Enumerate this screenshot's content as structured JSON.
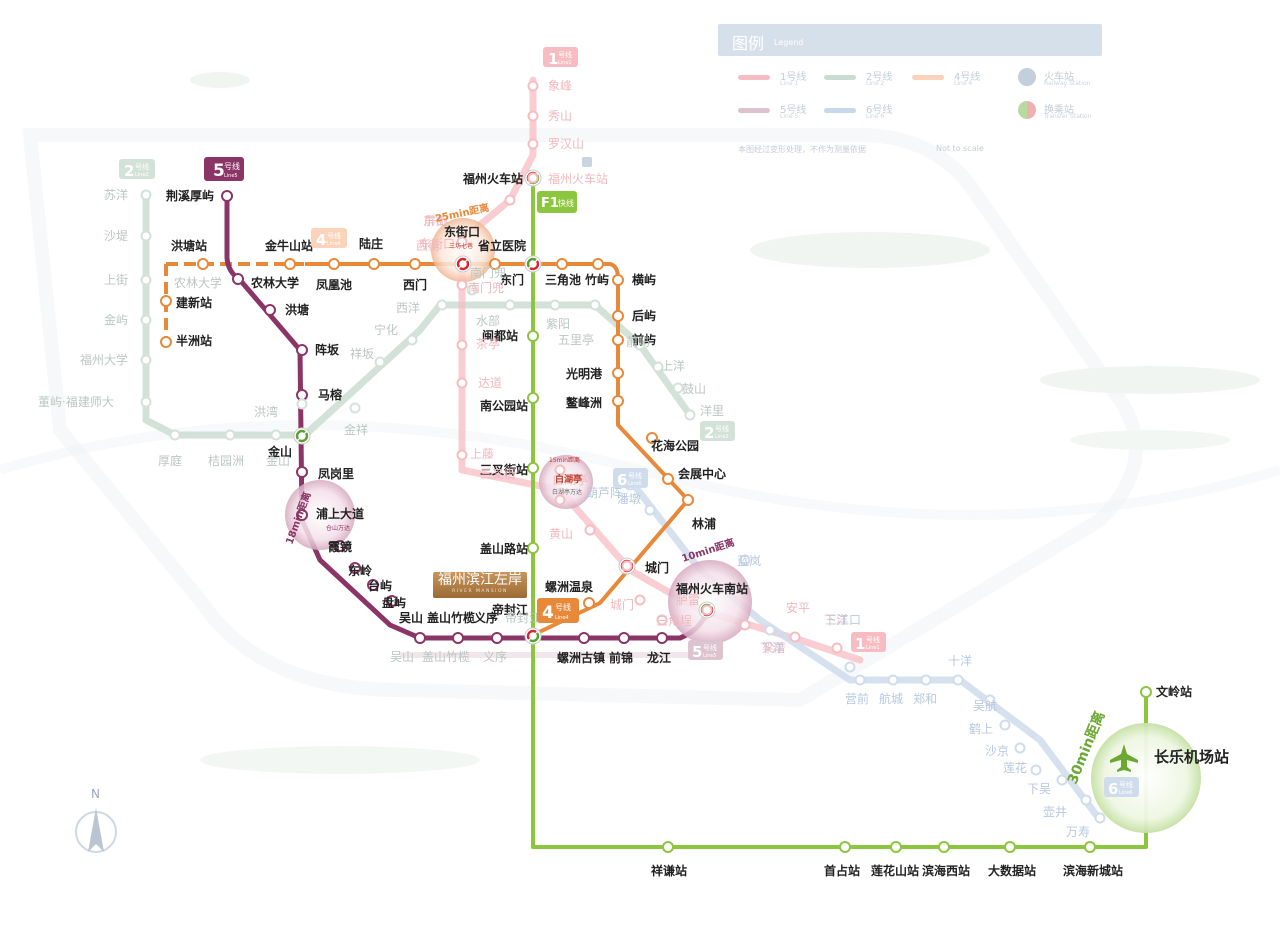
{
  "legend": {
    "title": "图例",
    "title_en": "Legend",
    "lines": [
      {
        "name": "1号线",
        "en": "Line 1",
        "color": "#f7bcc1"
      },
      {
        "name": "2号线",
        "en": "Line 2",
        "color": "#c9dccf"
      },
      {
        "name": "4号线",
        "en": "Line 4",
        "color": "#fbd3bb"
      },
      {
        "name": "5号线",
        "en": "Line 5",
        "color": "#dcc3cd"
      },
      {
        "name": "6号线",
        "en": "Line 6",
        "color": "#c8d8ec"
      }
    ],
    "railway_station": {
      "name": "火车站",
      "en": "Railway Station"
    },
    "transfer_station": {
      "name": "换乘站",
      "en": "Transfer Station"
    },
    "note_zh": "本图经过变形处理，不作为测量依据",
    "note_en": "Not to scale"
  },
  "colors": {
    "line1": "#f7bcc1",
    "line2": "#d3e2d8",
    "line4": "#e8893a",
    "line4_faint": "#fbd3bb",
    "line5": "#8b3566",
    "line6": "#cfdcec",
    "f1": "#8cc63f",
    "transfer_red": "#d7262e",
    "transfer_green": "#5aa02c"
  },
  "badges": {
    "line1_top": {
      "num": "1",
      "zh": "号线",
      "en": "Line1"
    },
    "line2": {
      "num": "2",
      "zh": "号线",
      "en": "Line2"
    },
    "line5": {
      "num": "5",
      "zh": "号线",
      "en": "Line5"
    },
    "line4": {
      "num": "4",
      "zh": "号线",
      "en": "Line4"
    },
    "line4_faint": {
      "num": "4",
      "zh": "号线",
      "en": "Line4"
    },
    "f1": {
      "text": "F1",
      "zh": "快线"
    },
    "line2_east": {
      "num": "2",
      "zh": "号线",
      "en": "Line2"
    },
    "line6_north": {
      "num": "6",
      "zh": "号线",
      "en": "Line6"
    },
    "line5_south": {
      "num": "5",
      "zh": "号线",
      "en": "Line5"
    },
    "line1_south": {
      "num": "1",
      "zh": "号线",
      "en": "Line1"
    },
    "line6_south": {
      "num": "6",
      "zh": "号线",
      "en": "Line6"
    }
  },
  "distances": {
    "dongjiekou": {
      "text": "25min距离",
      "sub": "三坊七巷"
    },
    "puxia": {
      "text": "18min距离",
      "sub": "仓山万达"
    },
    "baihuting": {
      "text": "15min距离",
      "sub": "白湖亭万达"
    },
    "south_station": {
      "text": "10min距离"
    },
    "airport": {
      "text": "30min距离"
    }
  },
  "hubs": {
    "dongjiekou": "东街口",
    "baihuting": "白湖亭",
    "puxia": "浦上大道",
    "south_station": "福州火车南站",
    "airport": "长乐机场站"
  },
  "project": {
    "zh": "福州滨江左岸",
    "en": "RIVER MANSION"
  },
  "compass": "N",
  "stations": {
    "jingxihouyu": "荆溪厚屿",
    "nongling": "农林大学",
    "hongtang": "洪塘",
    "zhenban": "阵坂",
    "marong": "马榕",
    "jinshan": "金山",
    "fenggangli": "凤岗里",
    "xiajing": "霞镜",
    "dongling": "东岭",
    "taiyu": "台屿",
    "panyu": "盘屿",
    "wushan": "吴山",
    "gaishanzhulan": "盖山竹榄",
    "yixu": "义序",
    "difengjiang": "帝封江",
    "luozhouguzhen": "螺洲古镇",
    "qianjin": "前锦",
    "longjiang": "龙江",
    "hongtangzhan": "洪塘站",
    "jianxinzhan": "建新站",
    "banzhouzhan": "半洲站",
    "jinniushan": "金牛山站",
    "fenghuangchi": "凤凰池",
    "luzhuang": "陆庄",
    "ximen": "西门",
    "shengli": "省立医院",
    "dongmen": "东门",
    "sanjiaochi": "三角池",
    "zhuyu": "竹屿",
    "hengyu": "横屿",
    "houyu": "后屿",
    "qianyu": "前屿",
    "guangmingang": "光明港",
    "aofengzhou": "鳌峰洲",
    "huahaigongyuan": "花海公园",
    "huizhanzhongxin": "会展中心",
    "linpu": "林浦",
    "chengmen": "城门",
    "luozhouwenquan": "螺洲温泉",
    "fuzhouhuochezhan": "福州火车站",
    "mindu": "闽都站",
    "nangongyuan": "南公园站",
    "sanchajie": "三叉街站",
    "gaishanlu": "盖山路站",
    "xiangqian": "祥谦站",
    "shouzhan": "首占站",
    "lianhuashan": "莲花山站",
    "binhaixi": "滨海西站",
    "dashuju": "大数据站",
    "binhaixincheng": "滨海新城站",
    "wenling": "文岭站"
  },
  "faint": {
    "line2": [
      "苏洋",
      "沙堤",
      "上街",
      "金屿",
      "福州大学",
      "董屿·福建师大",
      "厚庭",
      "桔园洲",
      "金山",
      "洪湾",
      "金祥",
      "祥坂",
      "宁化",
      "西洋",
      "南门兜",
      "水部",
      "紫阳",
      "五里亭",
      "前屿",
      "上洋",
      "鼓山",
      "洋里"
    ],
    "line2_extra": [
      "农林大学"
    ],
    "line1": [
      "象峰",
      "秀山",
      "罗汉山",
      "福州火车站",
      "屏山",
      "东街口",
      "南门兜",
      "茶亭",
      "达道",
      "上藤",
      "三叉街",
      "白湖亭",
      "黄山",
      "排下",
      "城门",
      "三角埕",
      "胪雷",
      "福州火车南站",
      "安平",
      "梁厝",
      "下洋",
      "三江口"
    ],
    "line4": [
      "西街",
      "东街"
    ],
    "line5": [
      "吴山",
      "盖山竹榄",
      "义序",
      "帝封江"
    ],
    "line6": [
      "潘墩",
      "葫芦阵",
      "蓝岚",
      "下洋",
      "三江口",
      "营前",
      "航城",
      "郑和",
      "十洋",
      "吴航",
      "鹤上",
      "沙京",
      "莲花",
      "下吴",
      "壶井",
      "万寿"
    ]
  }
}
